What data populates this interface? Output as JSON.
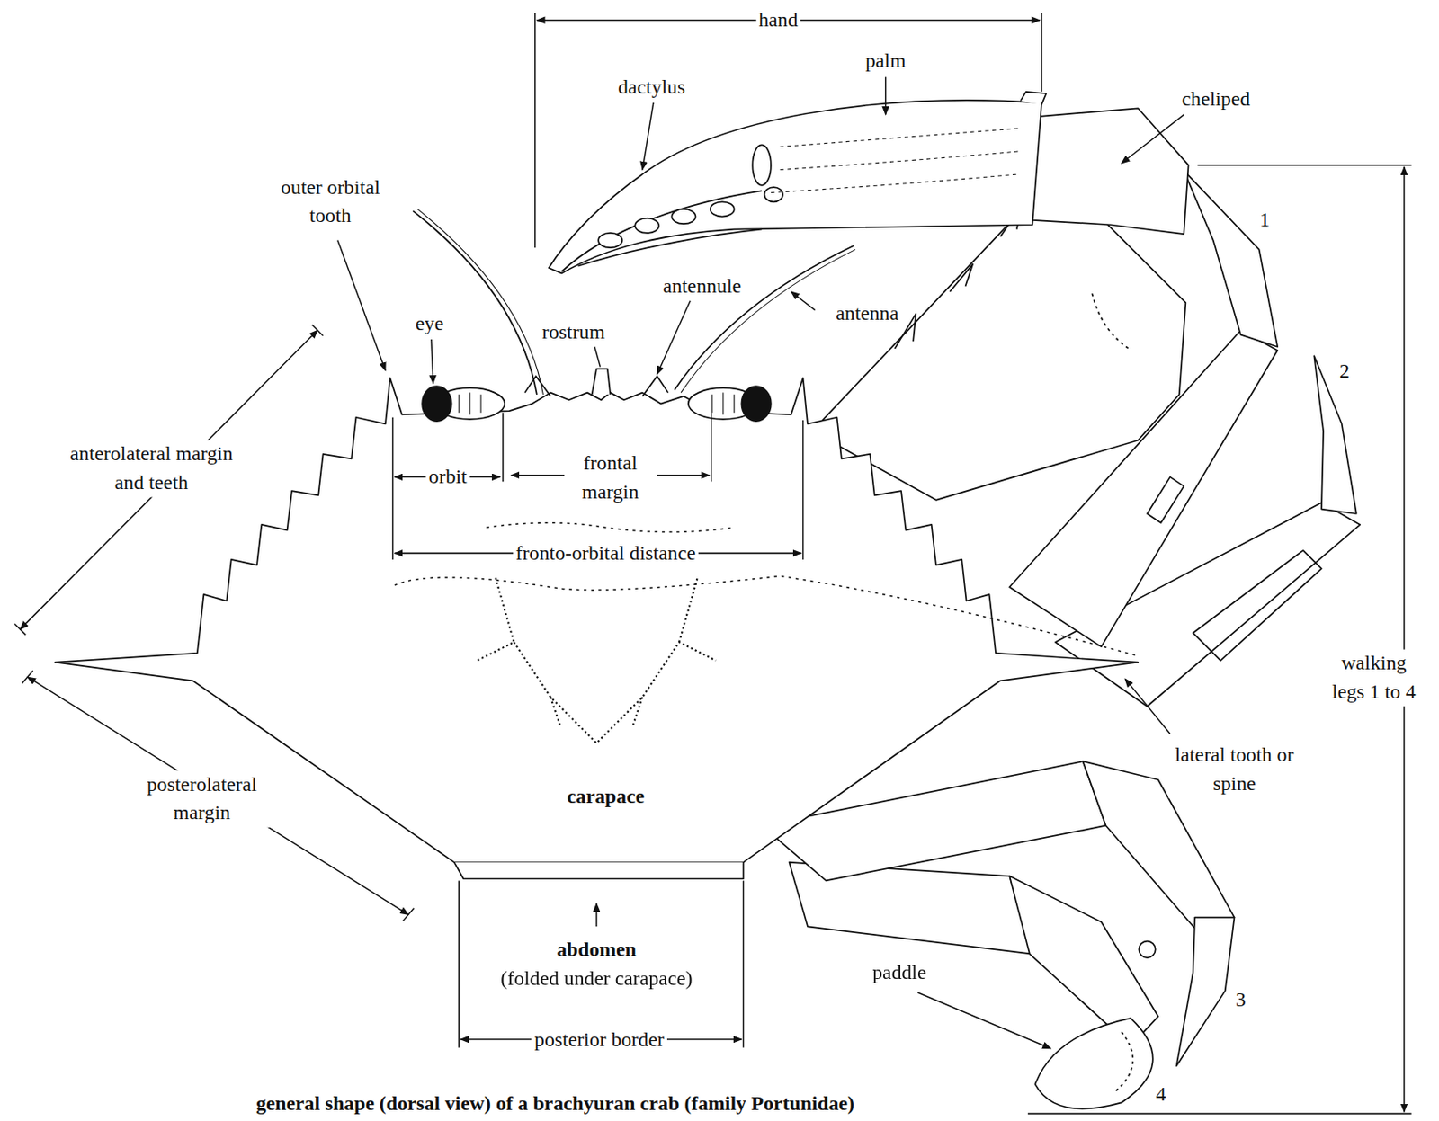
{
  "diagram": {
    "caption": "general shape (dorsal view) of a brachyuran crab (family Portunidae)",
    "labels": [
      "hand",
      "palm",
      "dactylus",
      "cheliped",
      "1",
      "outer orbital tooth",
      "eye",
      "antennule",
      "rostrum",
      "antenna",
      "2",
      "anterolateral margin and teeth",
      "orbit",
      "frontal margin",
      "fronto-orbital distance",
      "walking legs 1 to 4",
      "lateral tooth or spine",
      "posterolateral margin",
      "carapace",
      "abdomen",
      "(folded under carapace)",
      "paddle",
      "3",
      "posterior border",
      "4"
    ]
  }
}
